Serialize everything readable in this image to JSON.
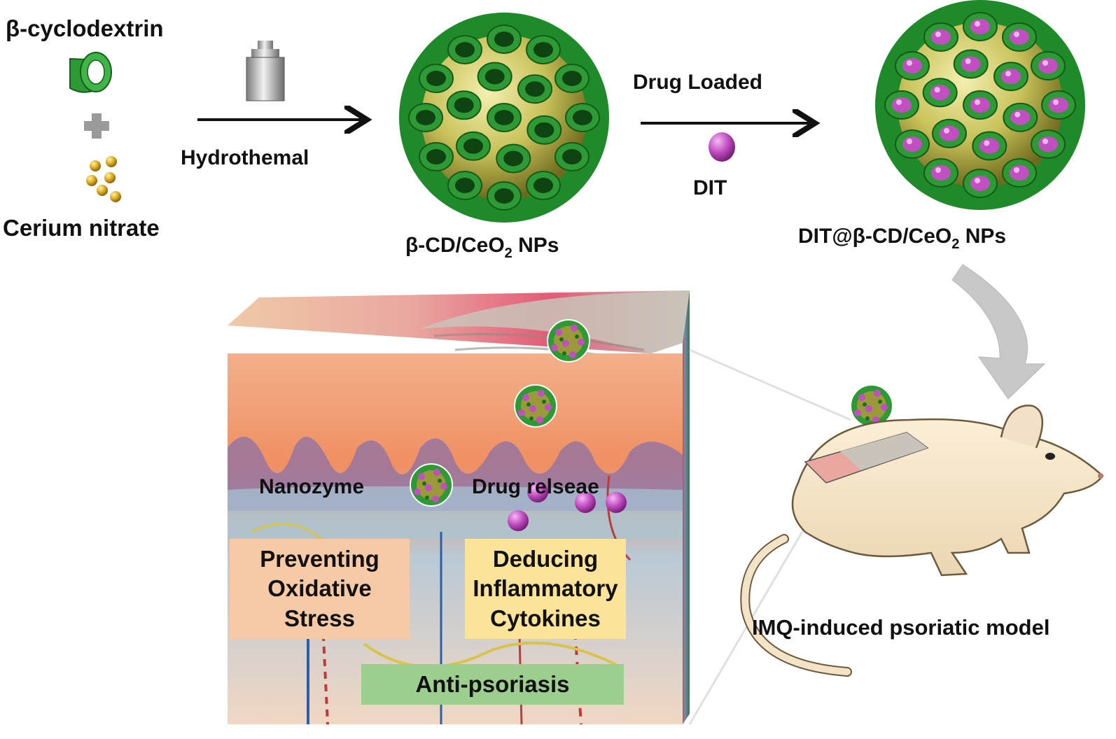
{
  "labels": {
    "cyclodextrin": "β-cyclodextrin",
    "cerium_nitrate": "Cerium nitrate",
    "hydrothermal": "Hydrothemal",
    "nanoparticle": "β-CD/CeO",
    "nanoparticle_sub": "2",
    "nanoparticle_suffix": " NPs",
    "drug_loaded": "Drug Loaded",
    "dit": "DIT",
    "loaded_nanoparticle": "DIT@β-CD/CeO",
    "loaded_nanoparticle_sub": "2",
    "loaded_nanoparticle_suffix": " NPs",
    "nanozyme": "Nanozyme",
    "drug_release": "Drug relseae",
    "model": "IMQ-induced psoriatic model"
  },
  "boxes": {
    "oxidative": [
      "Preventing",
      "Oxidative",
      "Stress"
    ],
    "inflammatory": [
      "Deducing",
      "Inflammatory",
      "Cytokines"
    ],
    "anti": "Anti-psoriasis"
  },
  "colors": {
    "cd_green": "#2e9a35",
    "cd_dark": "#1d6e22",
    "core_yellow": "#c9c25a",
    "drug_magenta": "#c24fc2",
    "ceria_gold": "#d7a41a",
    "box_peach": "#f6caa6",
    "box_yellow": "#fbe39a",
    "box_green": "#9ccf8e"
  }
}
